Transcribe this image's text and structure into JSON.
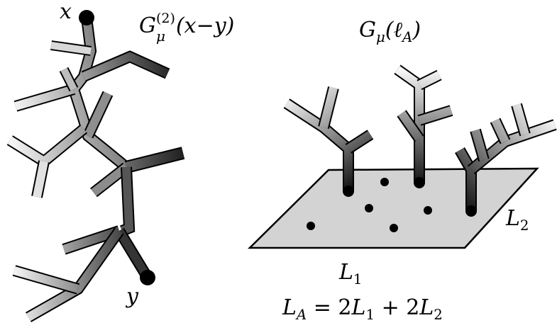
{
  "left_diagram": {
    "label_x": "x",
    "label_y": "y",
    "formula": {
      "base": "G",
      "sub": "μ",
      "sup": "(2)",
      "arg": "(x−y)"
    }
  },
  "right_diagram": {
    "formula": {
      "base": "G",
      "sub": "μ",
      "arg_open": "(ℓ",
      "arg_sub": "A",
      "arg_close": ")"
    },
    "side_label_1": {
      "base": "L",
      "sub": "1"
    },
    "side_label_2": {
      "base": "L",
      "sub": "2"
    },
    "area_formula": {
      "lhs_base": "L",
      "lhs_sub": "A",
      "eq": " = 2",
      "t1_base": "L",
      "t1_sub": "1",
      "plus": " + 2",
      "t2_base": "L",
      "t2_sub": "2"
    }
  },
  "colors": {
    "plane_fill": "#d3d3d3",
    "outline": "#000000",
    "tree_light": "#f2f2f2",
    "tree_dark": "#222222"
  }
}
